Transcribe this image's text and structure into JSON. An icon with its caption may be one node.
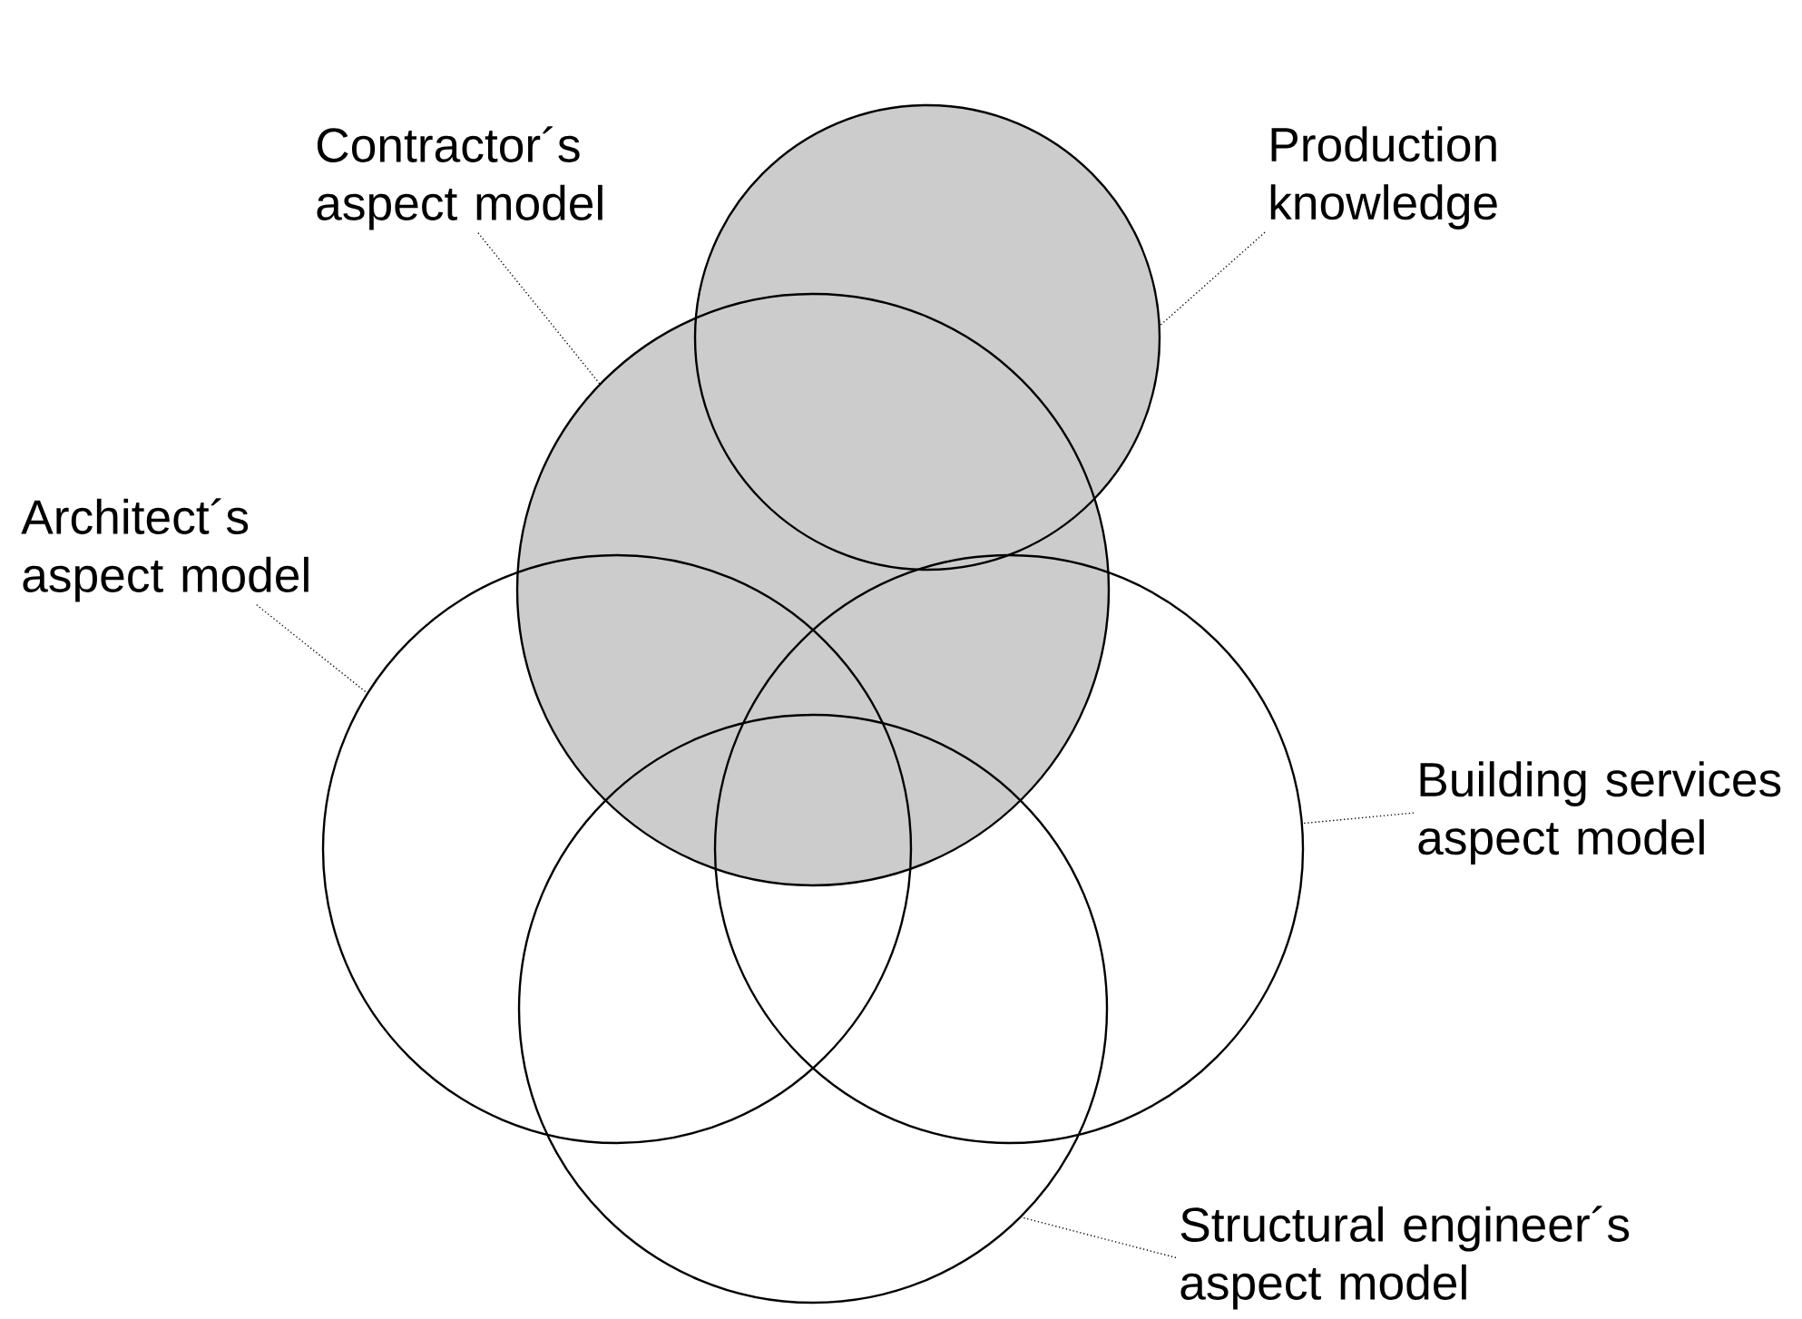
{
  "diagram": {
    "nodes": [
      {
        "text": [
          "Contractor´s aspect model"
        ]
      },
      {
        "text": [
          "Production knowledge"
        ]
      },
      {
        "text": [],
        "shape": "circle"
      },
      {
        "text": [],
        "shape": "circle"
      },
      {
        "text": [
          "Architect´s aspect model"
        ]
      },
      {
        "text": [],
        "shape": "circle"
      },
      {
        "text": [],
        "shape": "circle"
      },
      {
        "text": [
          "Building services aspect model"
        ]
      },
      {
        "text": [],
        "shape": "circle"
      },
      {
        "text": [
          "Structural engineer´s aspect model"
        ]
      }
    ],
    "edges": [
      {
        "from": 0,
        "to": 3,
        "arrow": "none",
        "style": "dashed"
      },
      {
        "from": 1,
        "to": 2,
        "arrow": "none",
        "style": "dashed"
      },
      {
        "from": 4,
        "to": 5,
        "arrow": "none",
        "style": "dashed"
      },
      {
        "from": 7,
        "to": 6,
        "arrow": "none",
        "style": "dashed"
      },
      {
        "from": 9,
        "to": 8,
        "arrow": "none",
        "style": "dashed"
      }
    ]
  }
}
